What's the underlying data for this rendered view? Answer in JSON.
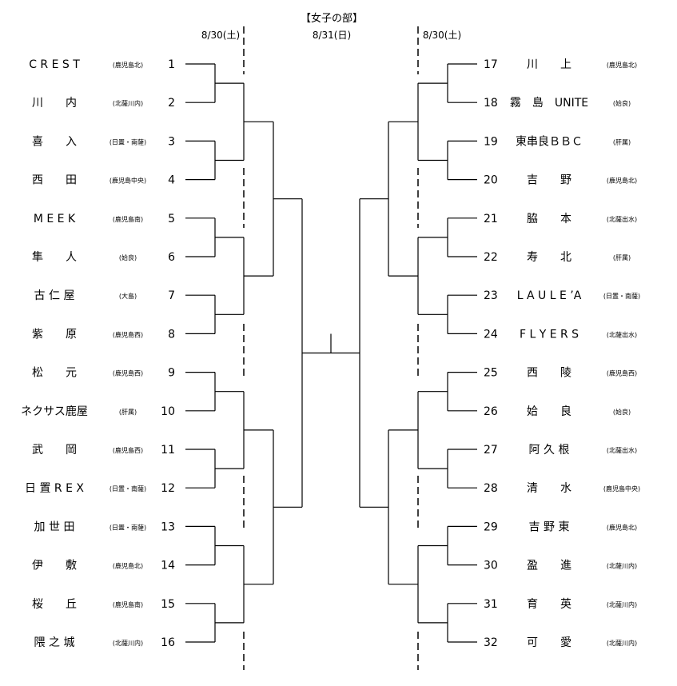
{
  "title": "【女子の部】",
  "dates": {
    "left": "8/30(土)",
    "center": "8/31(日)",
    "right": "8/30(土)"
  },
  "left_teams": [
    {
      "no": "1",
      "name": "C R E S T",
      "region": "(鹿児島北)"
    },
    {
      "no": "2",
      "name": "川　　内",
      "region": "(北薩川内)"
    },
    {
      "no": "3",
      "name": "喜　　入",
      "region": "(日置・南薩)"
    },
    {
      "no": "4",
      "name": "西　　田",
      "region": "(鹿児島中央)"
    },
    {
      "no": "5",
      "name": "M E E K",
      "region": "(鹿児島南)"
    },
    {
      "no": "6",
      "name": "隼　　人",
      "region": "(姶良)"
    },
    {
      "no": "7",
      "name": "古 仁 屋",
      "region": "(大島)"
    },
    {
      "no": "8",
      "name": "紫　　原",
      "region": "(鹿児島西)"
    },
    {
      "no": "9",
      "name": "松　　元",
      "region": "(鹿児島西)"
    },
    {
      "no": "10",
      "name": "ネクサス鹿屋",
      "region": "(肝属)"
    },
    {
      "no": "11",
      "name": "武　　岡",
      "region": "(鹿児島西)"
    },
    {
      "no": "12",
      "name": "日 置 R E X",
      "region": "(日置・南薩)"
    },
    {
      "no": "13",
      "name": "加 世 田",
      "region": "(日置・南薩)"
    },
    {
      "no": "14",
      "name": "伊　　敷",
      "region": "(鹿児島北)"
    },
    {
      "no": "15",
      "name": "桜　　丘",
      "region": "(鹿児島南)"
    },
    {
      "no": "16",
      "name": "隈 之 城",
      "region": "(北薩川内)"
    }
  ],
  "right_teams": [
    {
      "no": "17",
      "name": "川　　上",
      "region": "(鹿児島北)"
    },
    {
      "no": "18",
      "name": "霧　島　UNITE",
      "region": "(姶良)"
    },
    {
      "no": "19",
      "name": "東串良ＢＢＣ",
      "region": "(肝属)"
    },
    {
      "no": "20",
      "name": "吉　　野",
      "region": "(鹿児島北)"
    },
    {
      "no": "21",
      "name": "脇　　本",
      "region": "(北薩出水)"
    },
    {
      "no": "22",
      "name": "寿　　北",
      "region": "(肝属)"
    },
    {
      "no": "23",
      "name": "L A U L E ’A",
      "region": "(日置・南薩)"
    },
    {
      "no": "24",
      "name": "F L Y E R S",
      "region": "(北薩出水)"
    },
    {
      "no": "25",
      "name": "西　　陵",
      "region": "(鹿児島西)"
    },
    {
      "no": "26",
      "name": "姶　　良",
      "region": "(姶良)"
    },
    {
      "no": "27",
      "name": "阿 久 根",
      "region": "(北薩出水)"
    },
    {
      "no": "28",
      "name": "清　　水",
      "region": "(鹿児島中央)"
    },
    {
      "no": "29",
      "name": "吉 野 東",
      "region": "(鹿児島北)"
    },
    {
      "no": "30",
      "name": "盈　　進",
      "region": "(北薩川内)"
    },
    {
      "no": "31",
      "name": "育　　英",
      "region": "(北薩川内)"
    },
    {
      "no": "32",
      "name": "可　　愛",
      "region": "(北薩川内)"
    }
  ]
}
